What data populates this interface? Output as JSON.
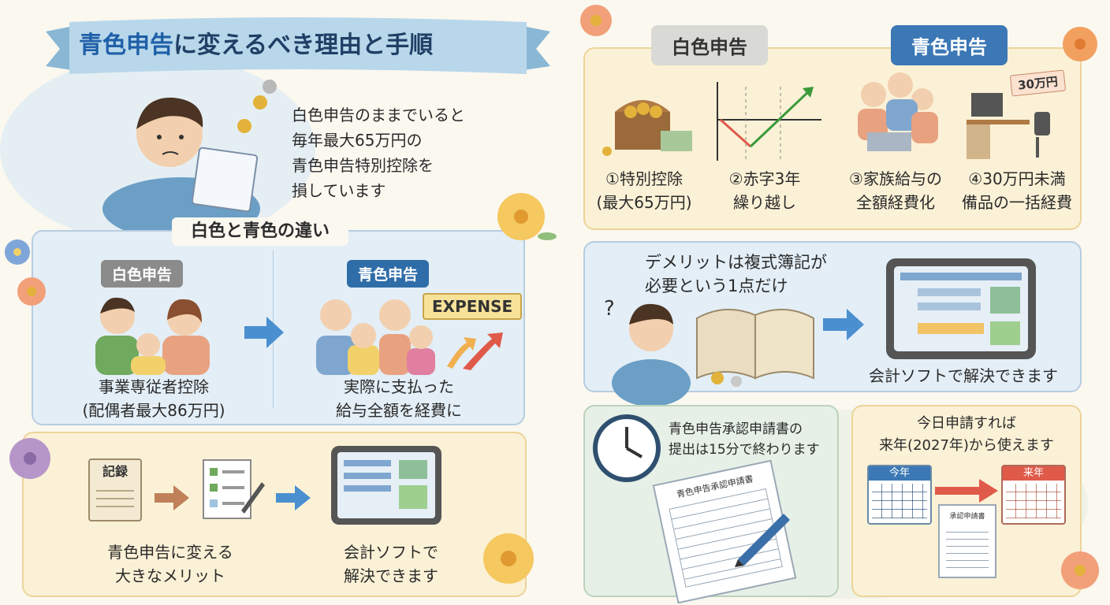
{
  "header": {
    "title_main": "青色申告",
    "title_rest": "に変えるべき理由と手順"
  },
  "intro": {
    "lines": [
      "白色申告のままでいると",
      "毎年最大65万円の",
      "青色申告特別控除を",
      "損しています"
    ]
  },
  "difference": {
    "heading": "白色と青色の違い",
    "white": {
      "tag": "白色申告",
      "caption_lines": [
        "事業専従者控除",
        "(配偶者最大86万円)"
      ]
    },
    "blue": {
      "tag": "青色申告",
      "expense_label": "EXPENSE",
      "caption_lines": [
        "実際に支払った",
        "給与全額を経費に"
      ]
    }
  },
  "merit": {
    "record_label": "記録",
    "caption_left_lines": [
      "青色申告に変える",
      "大きなメリット"
    ],
    "caption_right_lines": [
      "会計ソフトで",
      "解決できます"
    ]
  },
  "benefits": {
    "white_tag": "白色申告",
    "blue_tag": "青色申告",
    "price_tag": "30万円",
    "items": [
      {
        "lines": [
          "①特別控除",
          "(最大65万円)"
        ]
      },
      {
        "lines": [
          "②赤字3年",
          "繰り越し"
        ]
      },
      {
        "lines": [
          "③家族給与の",
          "全額経費化"
        ]
      },
      {
        "lines": [
          "④30万円未満",
          "備品の一括経費"
        ]
      }
    ]
  },
  "demerit": {
    "lines": [
      "デメリットは複式簿記が",
      "必要という1点だけ"
    ],
    "solution": "会計ソフトで解決できます"
  },
  "application": {
    "lines": [
      "青色申告承認申請書の",
      "提出は15分で終わります"
    ],
    "form_title": "青色申告承認申請書"
  },
  "schedule": {
    "lines": [
      "今日申請すれば",
      "来年(2027年)から使えます"
    ],
    "this_year": "今年",
    "next_year": "来年",
    "doc_title": "承認申請書"
  },
  "colors": {
    "blue_accent": "#3b78b5",
    "arrow_blue": "#4a8fd0",
    "arrow_brown": "#c0805a",
    "red": "#e05a4a",
    "green_line": "#3a9a3a"
  }
}
